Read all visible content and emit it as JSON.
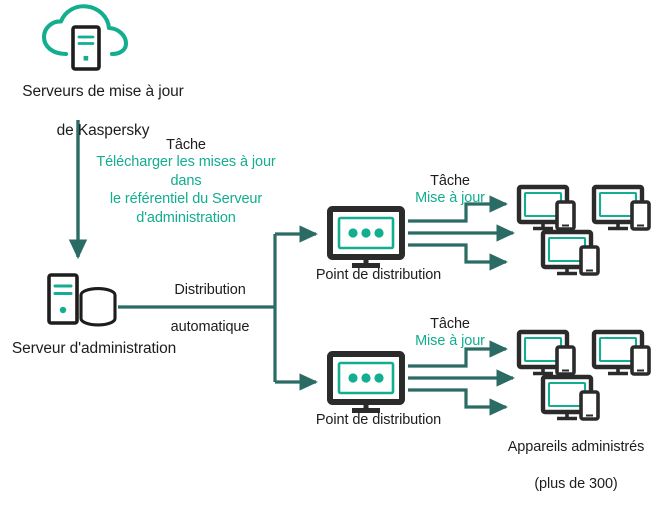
{
  "diagram": {
    "title": "Kaspersky update distribution scheme",
    "colors": {
      "teal_accent": "#13ad8f",
      "line_teal": "#2a6b63",
      "dark": "#1d1d1d",
      "background": "#ffffff"
    },
    "nodes": {
      "kaspersky_update_servers": {
        "icon": "cloud-server-icon",
        "label_line1": "Serveurs de mise à jour",
        "label_line2": "de Kaspersky"
      },
      "administration_server": {
        "icon": "server-database-icon",
        "label": "Serveur d'administration"
      },
      "distribution_point_top": {
        "icon": "monitor-dots-icon",
        "label": "Point de distribution"
      },
      "distribution_point_bottom": {
        "icon": "monitor-dots-icon",
        "label": "Point de distribution"
      },
      "managed_devices": {
        "icon": "monitor-phone-icon",
        "label_line1": "Appareils administrés",
        "label_line2": "(plus de 300)",
        "count_note": "plus de 300",
        "device_icon_count": 6
      }
    },
    "edges": {
      "download_task": {
        "title": "Tâche",
        "body": "Télécharger les mises à jour\ndans\nle référentiel du Serveur\nd'administration"
      },
      "auto_distribution": {
        "label_line1": "Distribution",
        "label_line2": "automatique",
        "label": "Distribution\nautomatique"
      },
      "update_task_top": {
        "title": "Tâche",
        "body": "Mise à jour"
      },
      "update_task_bottom": {
        "title": "Tâche",
        "body": "Mise à jour"
      }
    }
  }
}
